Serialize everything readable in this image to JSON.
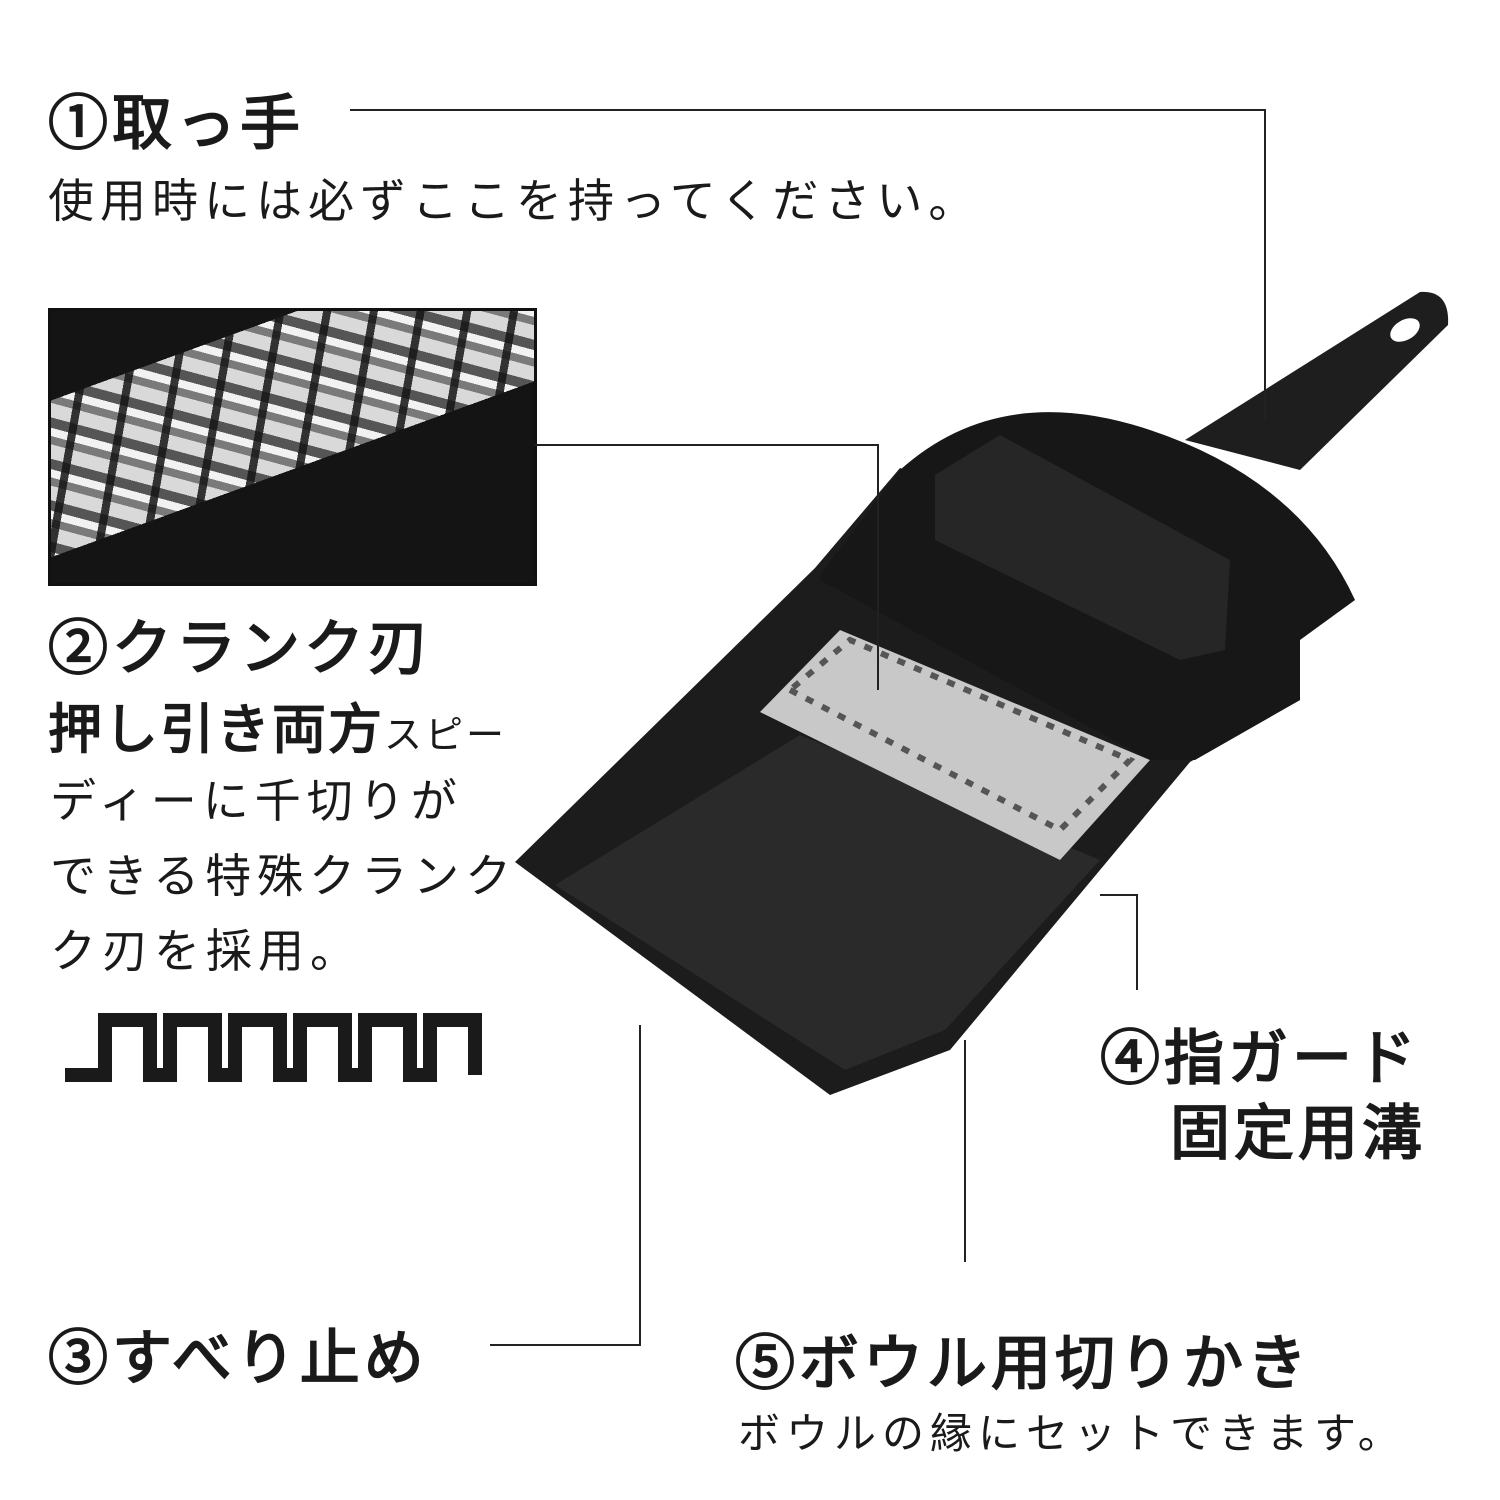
{
  "labels": {
    "handle": {
      "title": "①取っ手",
      "desc": "使用時には必ずここを持ってください。"
    },
    "blade": {
      "title": "②クランク刃",
      "lead": "押し引き両方",
      "desc1": "スピー",
      "desc2": "ディーに千切りが",
      "desc3": "できる特殊クランク",
      "desc4": "ク刃を採用。"
    },
    "nonslip": {
      "title": "③すべり止め"
    },
    "guard": {
      "title1": "④指ガード",
      "title2": "固定用溝"
    },
    "bowl": {
      "title": "⑤ボウル用切りかき",
      "desc": "ボウルの縁にセットできます。"
    }
  },
  "colors": {
    "product": "#1c1c1c",
    "blade": "#c8c8c8",
    "text": "#1a1a1a"
  },
  "icons": {
    "crank": "square-wave-icon"
  }
}
